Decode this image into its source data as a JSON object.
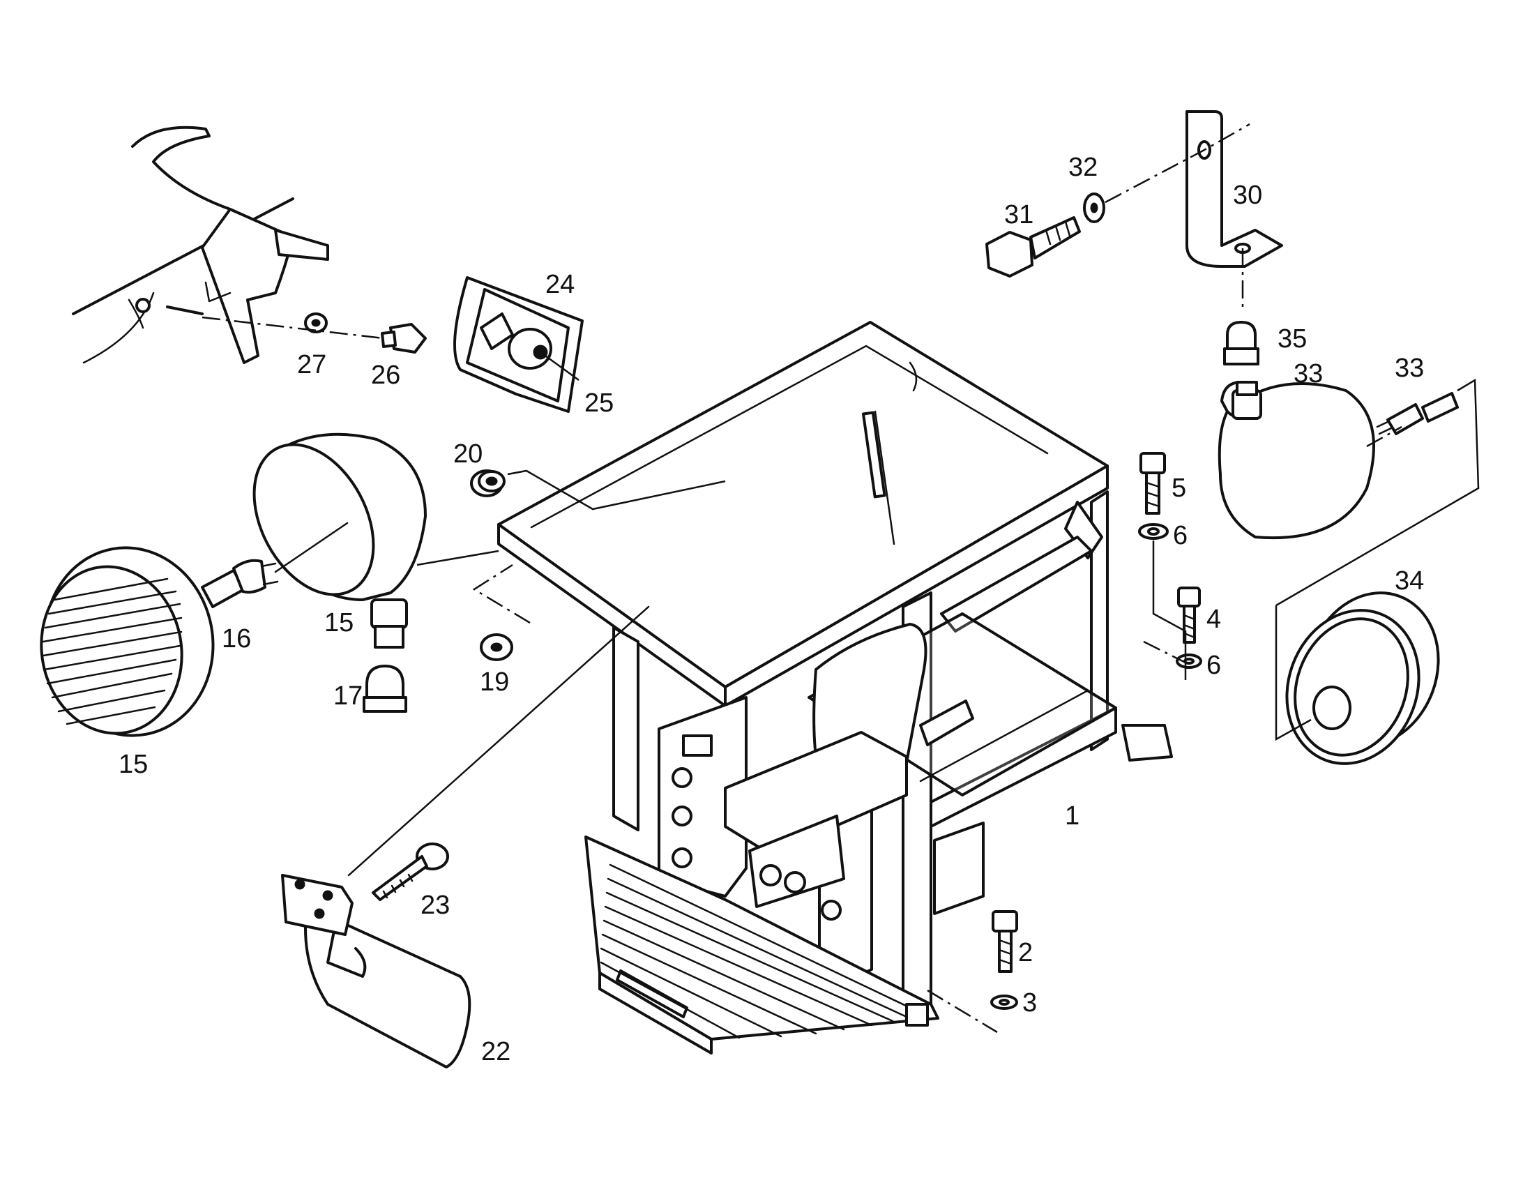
{
  "callouts": [
    {
      "id": "c1",
      "text": "1"
    },
    {
      "id": "c2",
      "text": "2"
    },
    {
      "id": "c3",
      "text": "3"
    },
    {
      "id": "c4",
      "text": "4"
    },
    {
      "id": "c5",
      "text": "5"
    },
    {
      "id": "c6a",
      "text": "6"
    },
    {
      "id": "c6b",
      "text": "6"
    },
    {
      "id": "c15a",
      "text": "15"
    },
    {
      "id": "c15b",
      "text": "15"
    },
    {
      "id": "c16",
      "text": "16"
    },
    {
      "id": "c17",
      "text": "17"
    },
    {
      "id": "c19",
      "text": "19"
    },
    {
      "id": "c20",
      "text": "20"
    },
    {
      "id": "c22",
      "text": "22"
    },
    {
      "id": "c23",
      "text": "23"
    },
    {
      "id": "c24",
      "text": "24"
    },
    {
      "id": "c25",
      "text": "25"
    },
    {
      "id": "c26",
      "text": "26"
    },
    {
      "id": "c27",
      "text": "27"
    },
    {
      "id": "c30",
      "text": "30"
    },
    {
      "id": "c31",
      "text": "31"
    },
    {
      "id": "c32",
      "text": "32"
    },
    {
      "id": "c33a",
      "text": "33"
    },
    {
      "id": "c33b",
      "text": "33"
    },
    {
      "id": "c34",
      "text": "34"
    },
    {
      "id": "c35",
      "text": "35"
    }
  ]
}
